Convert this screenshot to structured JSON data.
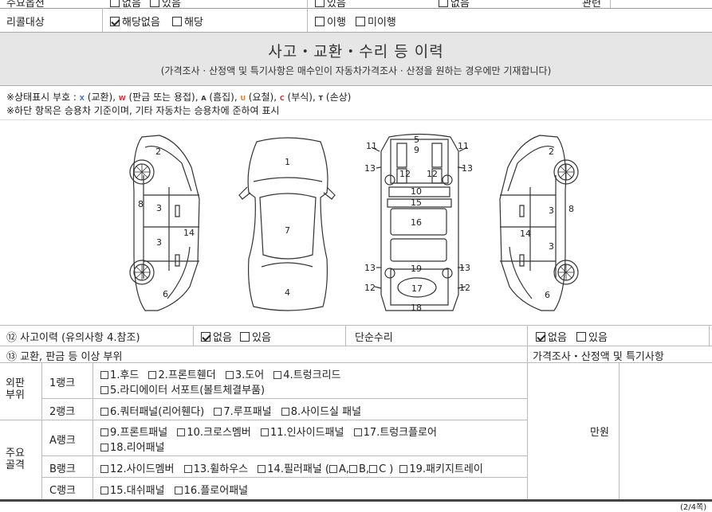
{
  "top_partial": {
    "left_label": "주요옵션",
    "opt1": "없음",
    "opt2": "있음",
    "right_opt1": "있음",
    "right_opt2": "없음",
    "right_label": "관련"
  },
  "recall": {
    "label": "리콜대상",
    "opt_none": "해당없음",
    "opt_yes": "해당",
    "opt_done": "이행",
    "opt_notdone": "미이행"
  },
  "section": {
    "title": "사고・교환・수리 등 이력",
    "subtitle": "(가격조사 · 산정액 및 특기사항은 매수인이 자동차가격조사 · 산정을 원하는 경우에만 기재합니다)"
  },
  "legend": {
    "line1_prefix": "※상태표시 부호 :",
    "symbols": [
      {
        "sym": "X",
        "text": "(교환),",
        "color": "#3a6fd8"
      },
      {
        "sym": "W",
        "text": "(판금 또는 용접),",
        "color": "#d03030"
      },
      {
        "sym": "A",
        "text": "(흠집),",
        "color": "#333333"
      },
      {
        "sym": "U",
        "text": "(요철),",
        "color": "#e07a20"
      },
      {
        "sym": "C",
        "text": "(부식),",
        "color": "#d03030"
      },
      {
        "sym": "T",
        "text": "(손상)",
        "color": "#333333"
      }
    ],
    "line2": "※하단 항목은 승용차 기준이며, 기타 자동차는 승용차에 준하여 표시"
  },
  "diagram_labels": {
    "left_car": [
      "2",
      "8",
      "3",
      "3",
      "14",
      "6"
    ],
    "top_car": [
      "1",
      "7",
      "4"
    ],
    "under_car": [
      "5",
      "9",
      "11",
      "11",
      "13",
      "13",
      "12",
      "12",
      "10",
      "15",
      "16",
      "13",
      "19",
      "13",
      "12",
      "17",
      "12",
      "18"
    ],
    "right_car": [
      "2",
      "3",
      "8",
      "14",
      "3",
      "6"
    ]
  },
  "accident": {
    "label": "⑫ 사고이력 (유의사항 4.참조)",
    "opt_none": "없음",
    "opt_yes": "있음",
    "simple_label": "단순수리",
    "simple_none": "없음",
    "simple_yes": "있음"
  },
  "parts": {
    "header": "⑬ 교환, 판금 등 이상 부위",
    "right_header": "가격조사・산정액 및 특기사항",
    "amount_unit": "만원",
    "outer_label": "외판\n부위",
    "frame_label": "주요\n골격",
    "rank1": "1랭크",
    "rank1_items": [
      "1.후드",
      "2.프론트휀더",
      "3.도어",
      "4.트렁크리드"
    ],
    "rank1_items2": [
      "5.라디에이터 서포트(볼트체결부품)"
    ],
    "rank2": "2랭크",
    "rank2_items": [
      "6.쿼터패널(리어휀다)",
      "7.루프패널",
      "8.사이드실 패널"
    ],
    "rankA": "A랭크",
    "rankA_items": [
      "9.프론트패널",
      "10.크로스멤버",
      "11.인사이드패널",
      "17.트렁크플로어"
    ],
    "rankA_items2": [
      "18.리어패널"
    ],
    "rankB": "B랭크",
    "rankB_items": [
      "12.사이드멤버",
      "13.휠하우스",
      "14.필러패널 ("
    ],
    "rankB_pillars": [
      "A,",
      "B,",
      "C )"
    ],
    "rankB_tail": "19.패키지트레이",
    "rankC": "C랭크",
    "rankC_items": [
      "15.대쉬패널",
      "16.플로어패널"
    ]
  },
  "page_num": "(2/4쪽)"
}
